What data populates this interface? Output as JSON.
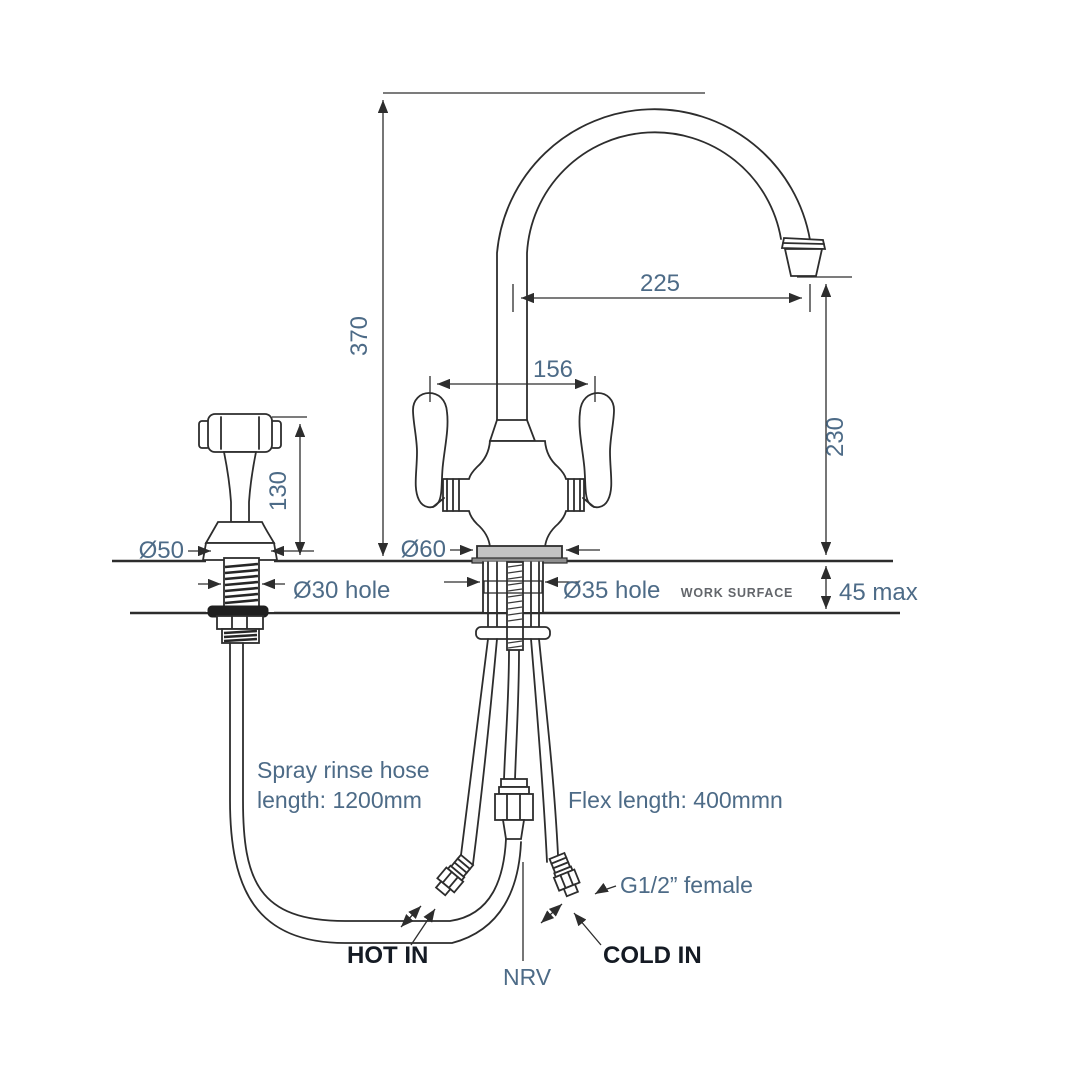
{
  "dimensions": {
    "overall_height": "370",
    "spout_reach": "225",
    "handle_span": "156",
    "spout_height": "230",
    "spray_height": "130",
    "spray_base_diameter": "Ø50",
    "tap_base_diameter": "Ø60",
    "spray_hole": "Ø30 hole",
    "tap_hole": "Ø35 hole",
    "worktop_thickness": "45 max"
  },
  "labels": {
    "work_surface": "WORK SURFACE",
    "spray_hose_line1": "Spray rinse hose",
    "spray_hose_line2": "length: 1200mm",
    "flex_length": "Flex length: 400mmn",
    "thread_size": "G1/2” female",
    "hot_in": "HOT IN",
    "cold_in": "COLD IN",
    "nrv": "NRV"
  },
  "colors": {
    "dimension_text": "#4d6b87",
    "outline": "#2d2d2d",
    "dark_label": "#151b24",
    "surface_label": "#63666b"
  }
}
